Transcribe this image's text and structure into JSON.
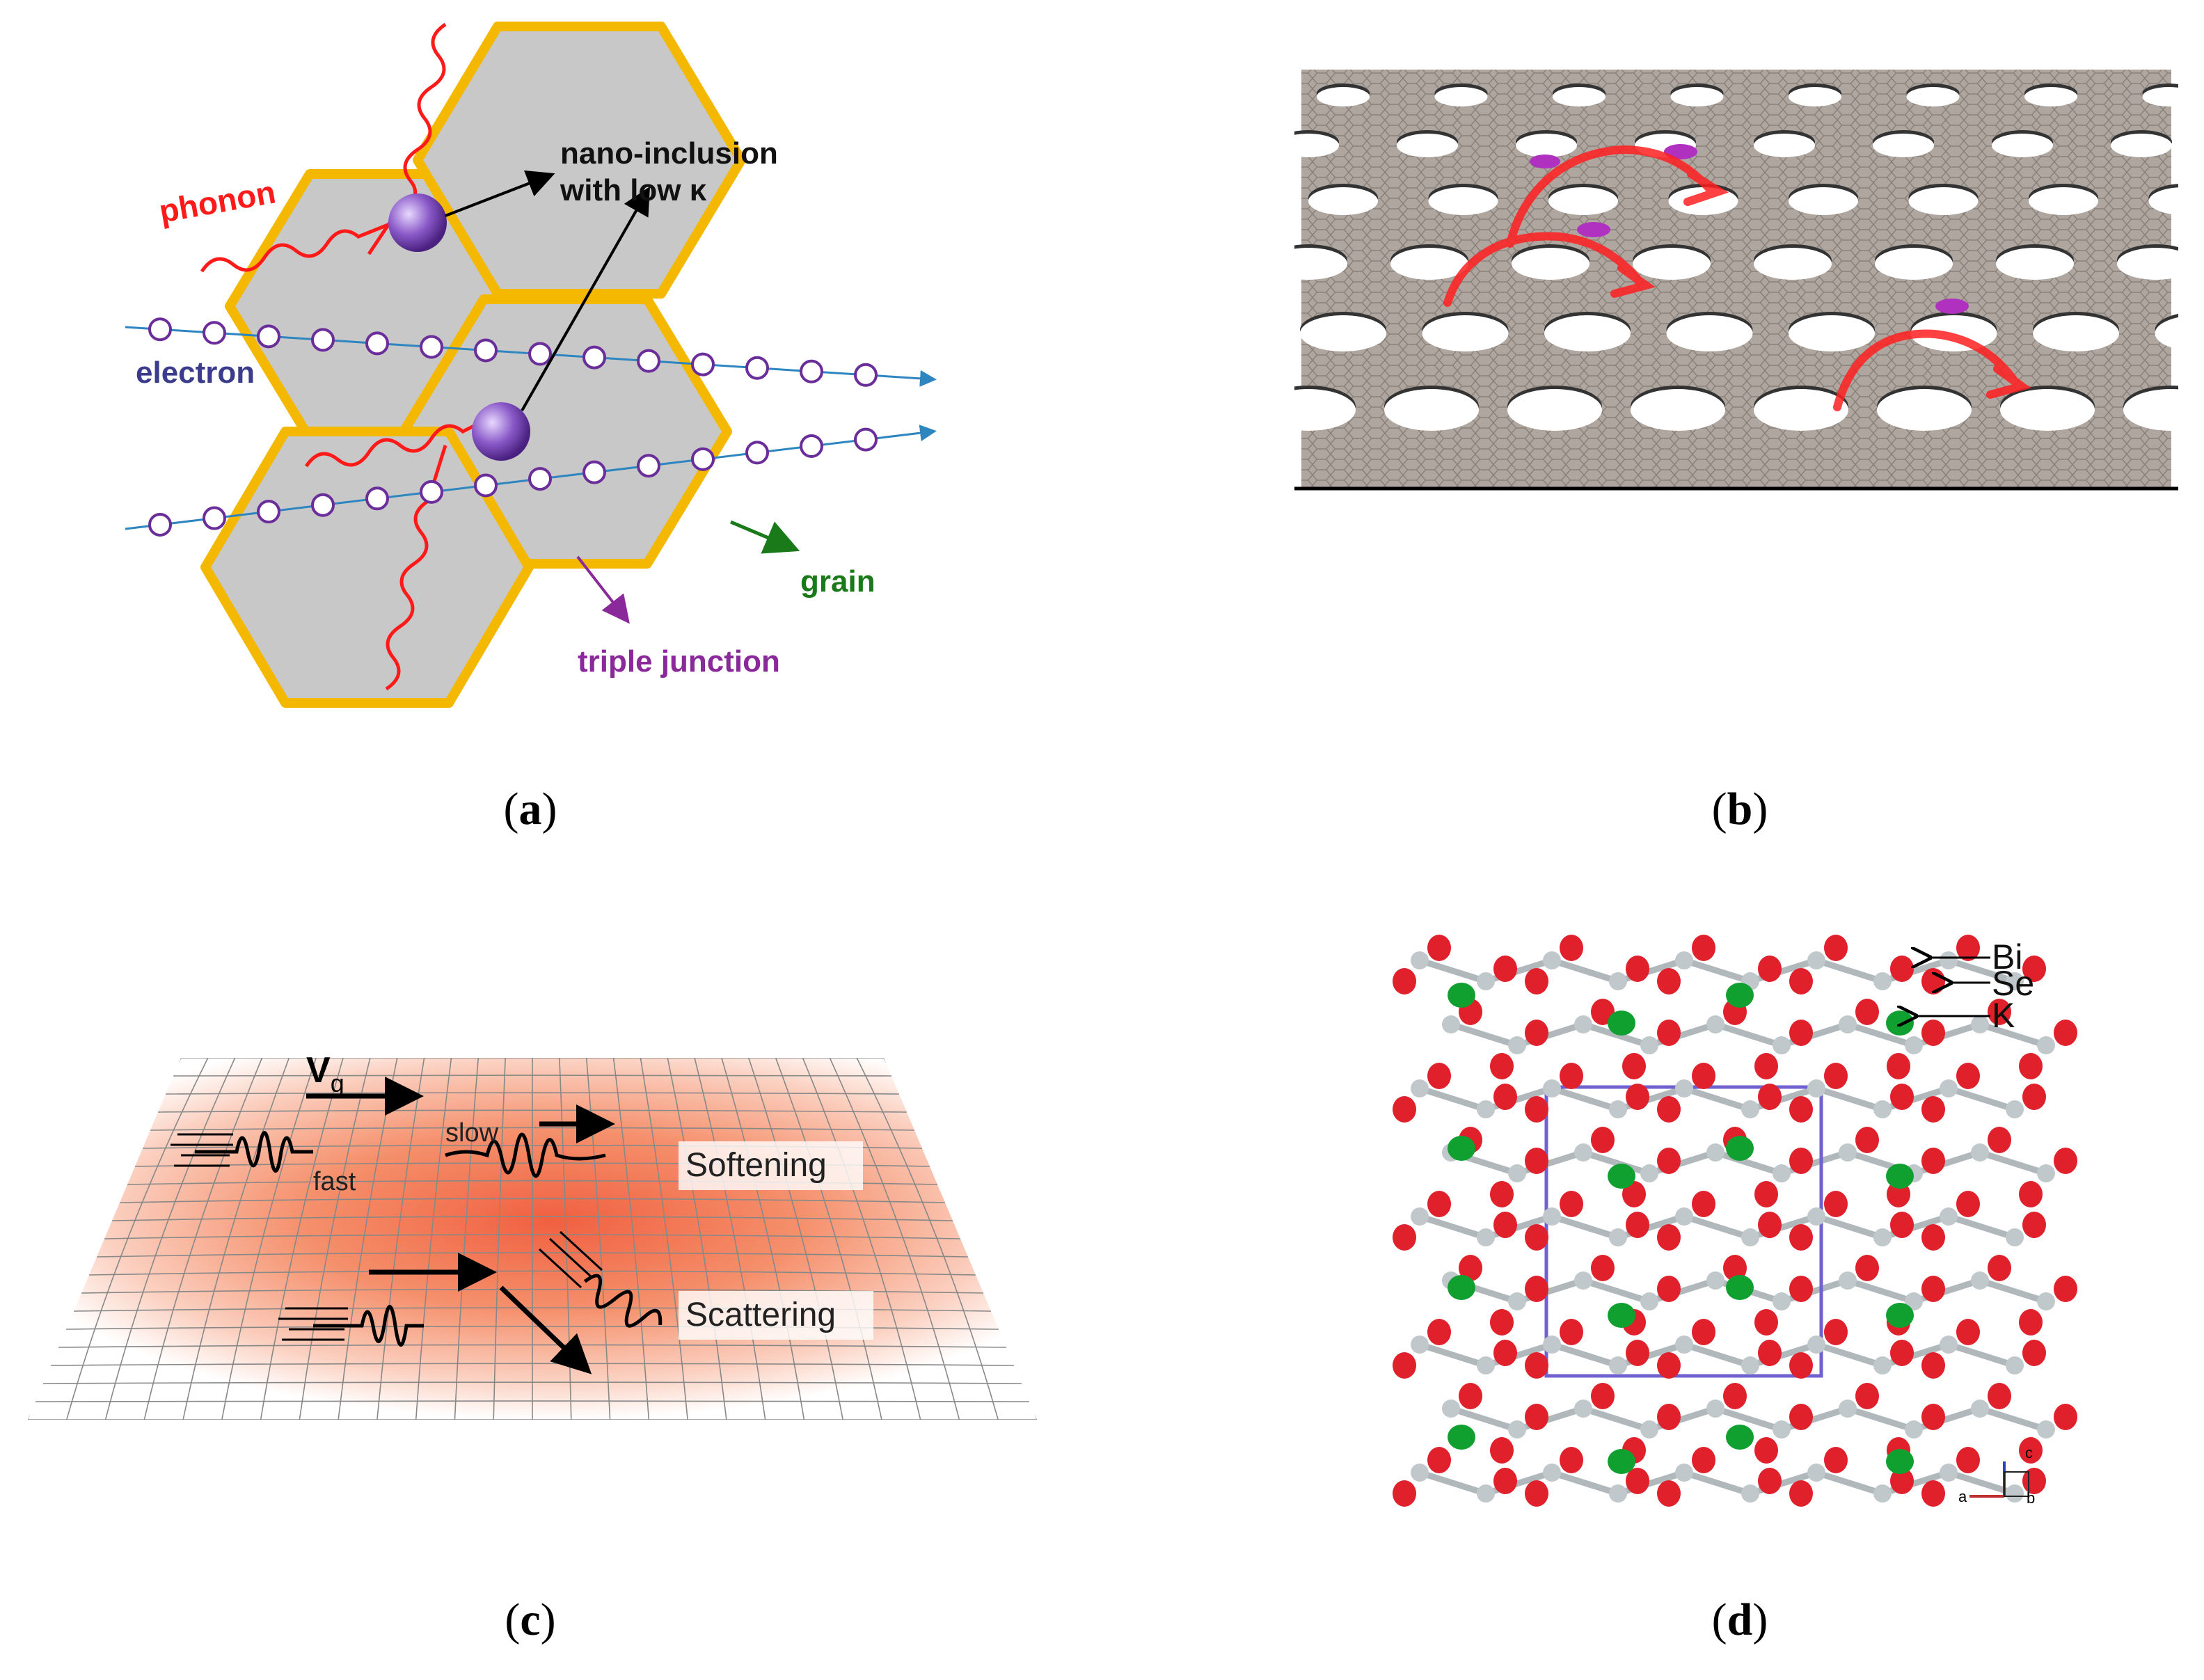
{
  "panels": {
    "a": {
      "caption_open": "(",
      "caption_letter": "a",
      "caption_close": ")",
      "labels": {
        "phonon": "phonon",
        "nano_inclusion_line1": "nano-inclusion",
        "nano_inclusion_line2": "with low κ",
        "electron": "electron",
        "grain": "grain",
        "triple_junction": "triple junction"
      },
      "colors": {
        "grain_border": "#f5b800",
        "grain_fill": "#c8c8c8",
        "phonon": "#ff1a1a",
        "electron": "#6a2d9a",
        "arrow": "#2e86c1",
        "grain_label": "#1a7a1a",
        "triple_junction_label": "#8a2a9a",
        "electron_label": "#3c3c8c"
      }
    },
    "b": {
      "caption_open": "(",
      "caption_letter": "b",
      "caption_close": ")",
      "colors": {
        "sheet": "#a89e98",
        "hole": "#ffffff",
        "path": "#ff2020",
        "atom": "#b030c0"
      }
    },
    "c": {
      "caption_open": "(",
      "caption_letter": "c",
      "caption_close": ")",
      "labels": {
        "vg_main": "V",
        "vg_sub": "g",
        "slow": "slow",
        "fast": "fast",
        "softening": "Softening",
        "scattering": "Scattering"
      },
      "colors": {
        "heat": "#f28060",
        "grid": "#888888"
      }
    },
    "d": {
      "caption_open": "(",
      "caption_letter": "d",
      "caption_close": ")",
      "labels": {
        "bi": "Bi",
        "se": "Se",
        "k": "K",
        "axis_a": "a",
        "axis_b": "b",
        "axis_c": "c"
      },
      "colors": {
        "bi": "#c0c8cc",
        "se": "#e0202a",
        "k": "#10a030",
        "cell": "#7060d0"
      }
    }
  }
}
